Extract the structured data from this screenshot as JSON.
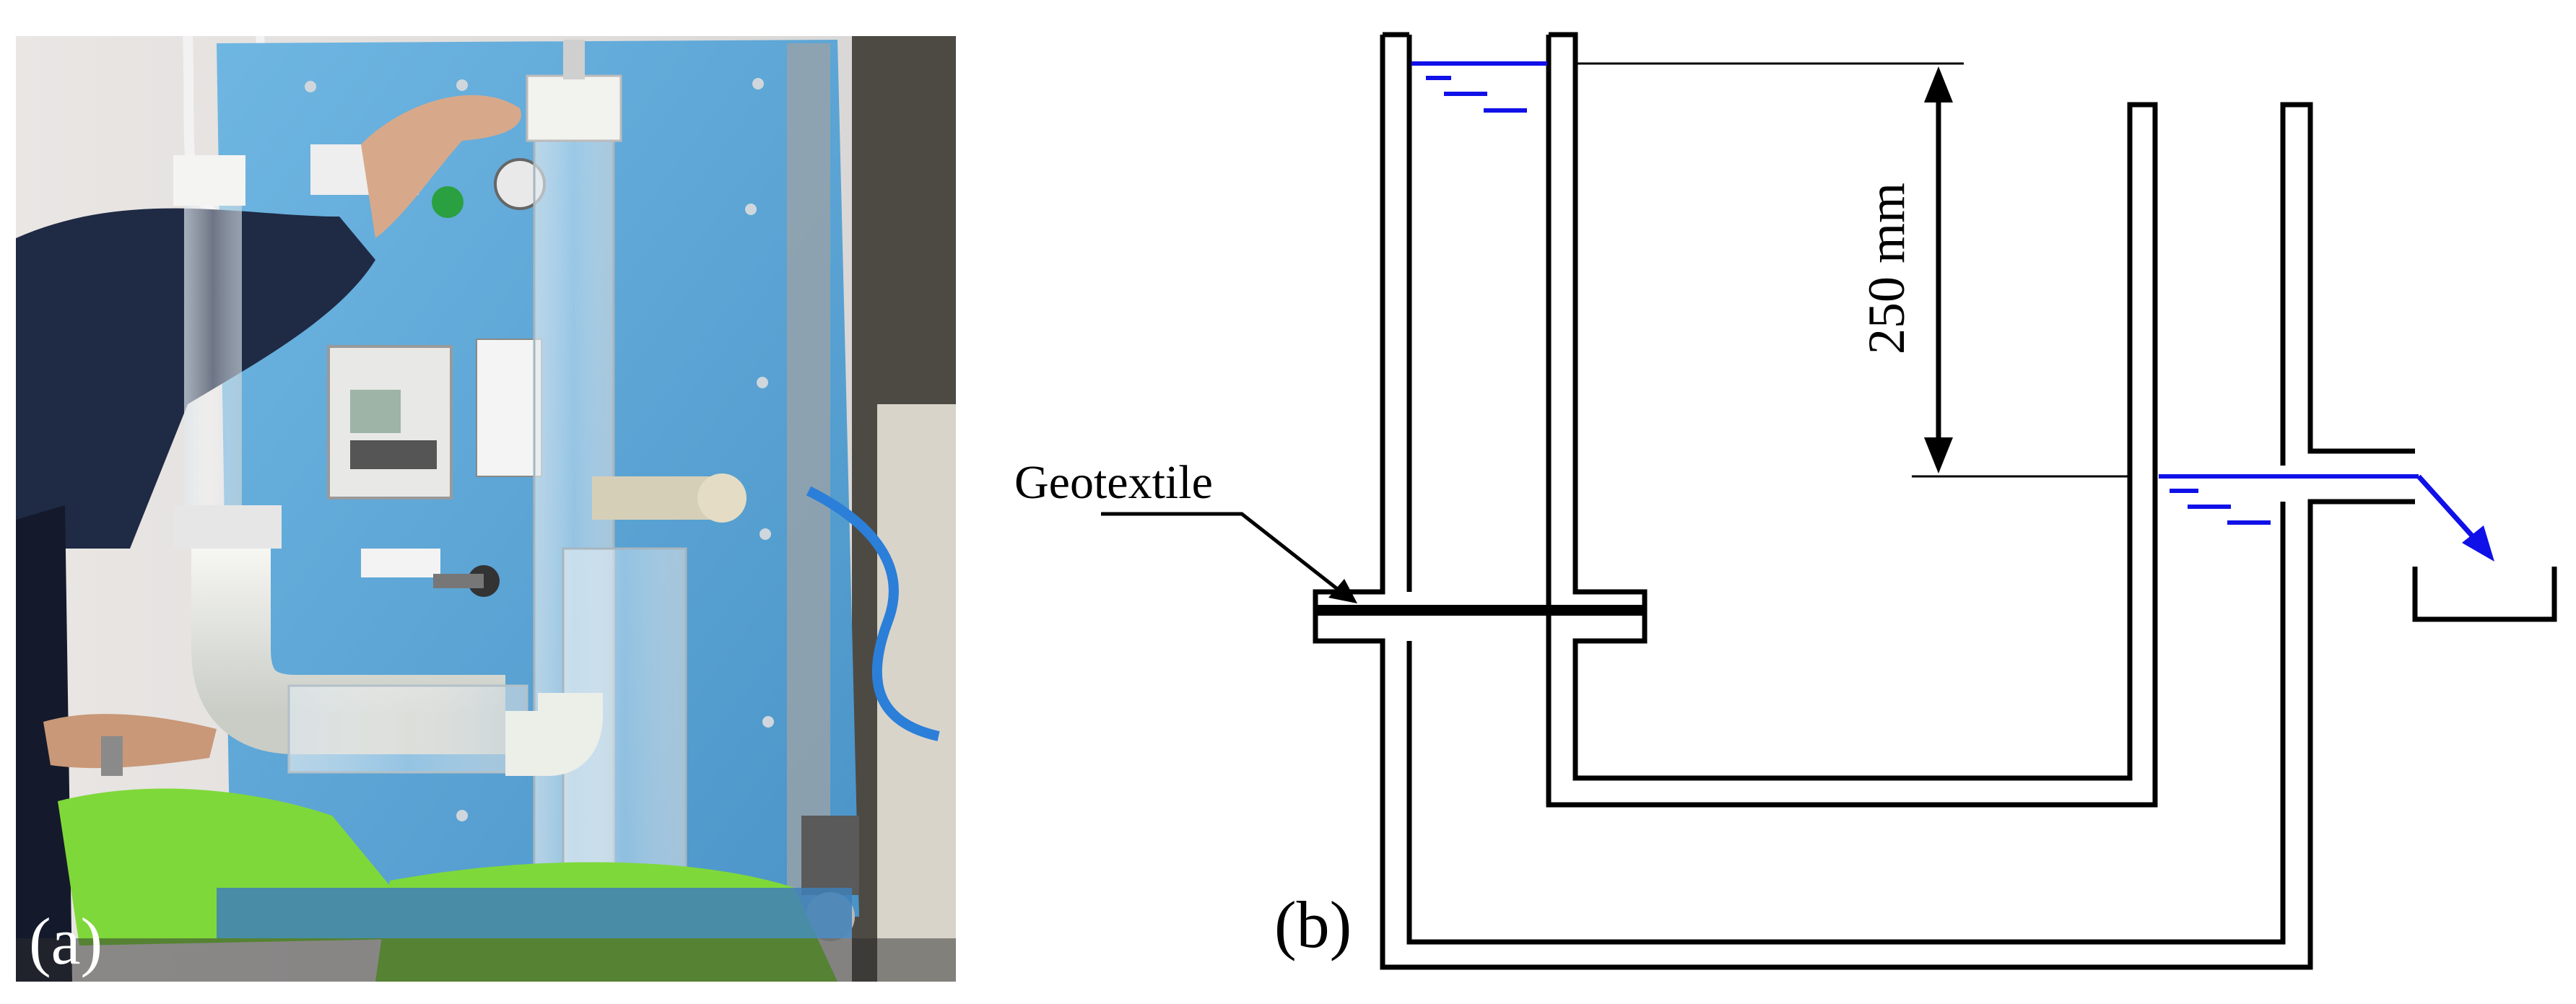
{
  "panels": [
    {
      "id": "a",
      "label": "(a)",
      "kind": "photograph"
    },
    {
      "id": "b",
      "label": "(b)",
      "kind": "schematic",
      "annotations": {
        "geotextile": "Geotextile",
        "head_dimension": "250 mm"
      }
    }
  ],
  "colors": {
    "water": "#1010e8",
    "panel_blue": "#5fa8d8",
    "jacket": "#1f2a44",
    "mat_green": "#7fd83a",
    "outline": "#000000"
  }
}
